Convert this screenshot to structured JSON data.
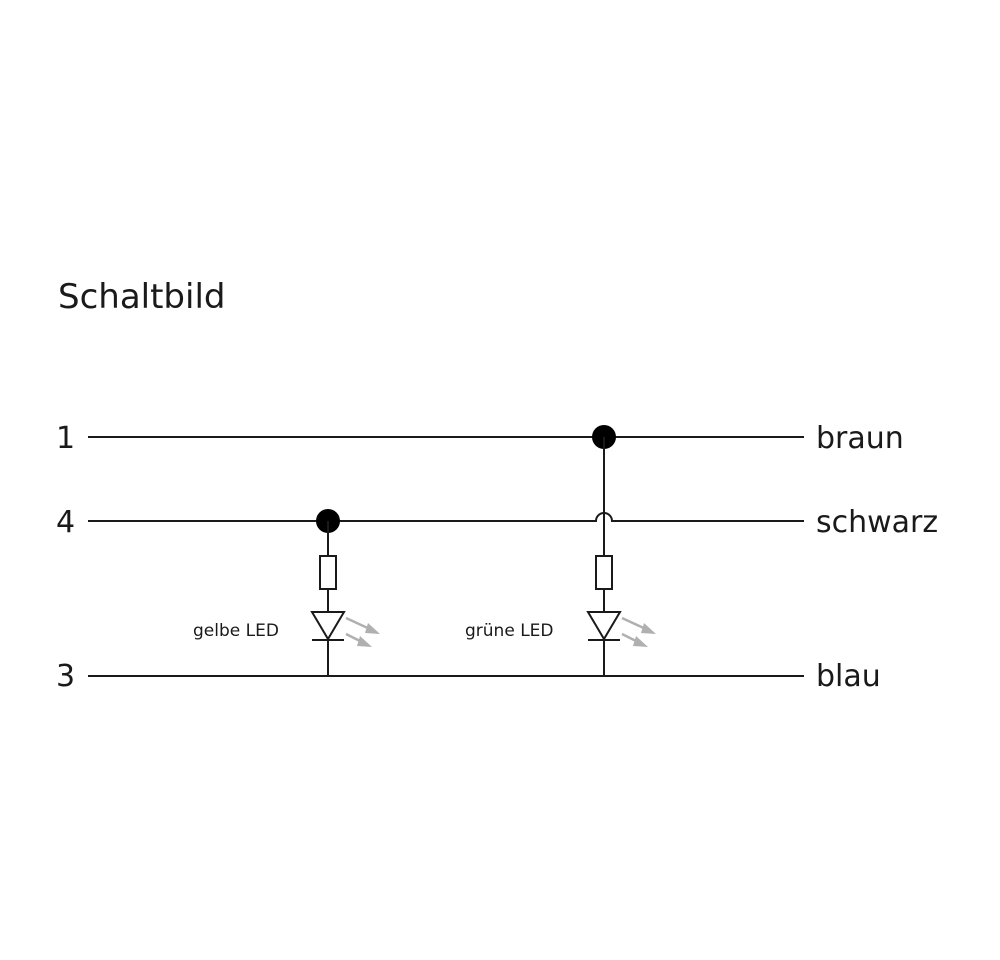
{
  "title": "Schaltbild",
  "pins": [
    {
      "number": "1",
      "wire": "braun"
    },
    {
      "number": "4",
      "wire": "schwarz"
    },
    {
      "number": "3",
      "wire": "blau"
    }
  ],
  "leds": [
    {
      "label": "gelbe LED",
      "connects_from_pin": "4",
      "connects_to_pin": "3"
    },
    {
      "label": "grüne LED",
      "connects_from_pin": "1",
      "connects_to_pin": "3"
    }
  ],
  "colors": {
    "line": "#1a1a1a",
    "junction": "#000000",
    "light_arrow": "#b0b0b0"
  },
  "icons": [
    "junction-dot",
    "resistor-icon",
    "diode-icon",
    "light-emission-arrow-icon",
    "wire-crossover-hop"
  ]
}
